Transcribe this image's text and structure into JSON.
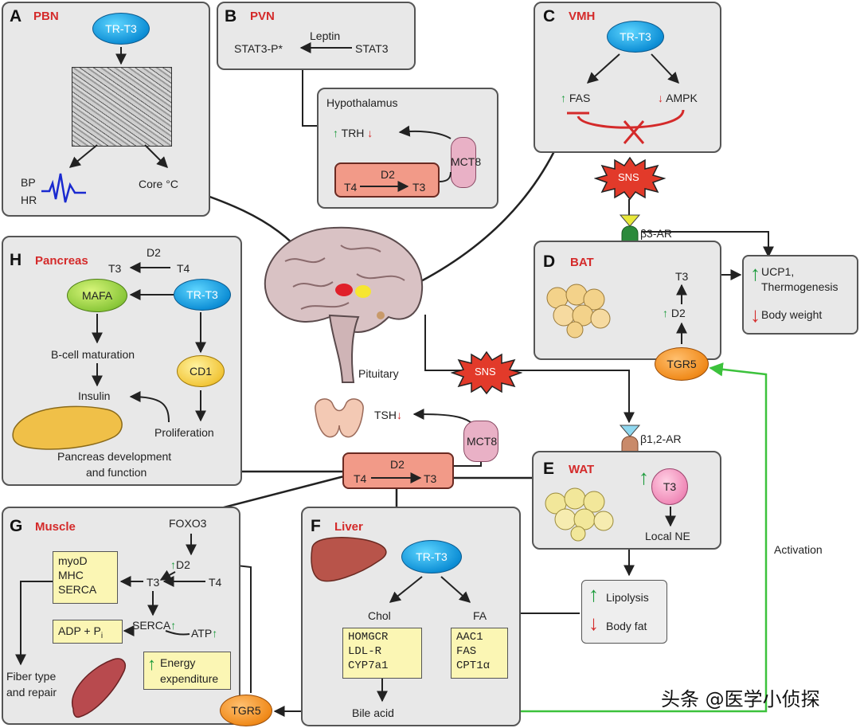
{
  "panel_a": {
    "letter": "A",
    "title": "PBN",
    "trt3": "TR-T3",
    "bp": "BP",
    "hr": "HR",
    "core": "Core °C"
  },
  "panel_b": {
    "letter": "B",
    "title": "PVN",
    "leptin": "Leptin",
    "stat3p": "STAT3-P*",
    "stat3": "STAT3",
    "hypothalamus": "Hypothalamus",
    "trh": "TRH",
    "d2": "D2",
    "t4": "T4",
    "t3": "T3",
    "mct8": "MCT8"
  },
  "panel_c": {
    "letter": "C",
    "title": "VMH",
    "trt3": "TR-T3",
    "fas": "FAS",
    "ampk": "AMPK",
    "sns": "SNS"
  },
  "panel_d": {
    "letter": "D",
    "title": "BAT",
    "b3ar": "β3-AR",
    "t3": "T3",
    "d2": "D2",
    "tgr5": "TGR5",
    "ucp1": "UCP1,",
    "thermo": "Thermogenesis",
    "bodyweight": "Body weight"
  },
  "panel_h": {
    "letter": "H",
    "title": "Pancreas",
    "d2": "D2",
    "t3": "T3",
    "t4": "T4",
    "mafa": "MAFA",
    "trt3": "TR-T3",
    "bcell": "B-cell maturation",
    "cd1": "CD1",
    "insulin": "Insulin",
    "proliferation": "Proliferation",
    "dev1": "Pancreas development",
    "dev2": "and function"
  },
  "center": {
    "pituitary": "Pituitary",
    "sns": "SNS",
    "tsh": "TSH",
    "mct8": "MCT8",
    "d2": "D2",
    "t4": "T4",
    "t3": "T3",
    "b12ar": "β1,2-AR"
  },
  "panel_e": {
    "letter": "E",
    "title": "WAT",
    "t3": "T3",
    "localne": "Local NE",
    "lipolysis": "Lipolysis",
    "bodyfat": "Body fat"
  },
  "panel_g": {
    "letter": "G",
    "title": "Muscle",
    "foxo3": "FOXO3",
    "d2": "D2",
    "t3": "T3",
    "t4": "T4",
    "genes": [
      "myoD",
      "MHC",
      "SERCA"
    ],
    "serca": "SERCA",
    "atp": "ATP",
    "adp": "ADP + P",
    "adp_sub": "i",
    "energy1": "Energy",
    "energy2": "expenditure",
    "fiber1": "Fiber type",
    "fiber2": "and repair",
    "tgr5": "TGR5"
  },
  "panel_f": {
    "letter": "F",
    "title": "Liver",
    "trt3": "TR-T3",
    "chol": "Chol",
    "fa": "FA",
    "chol_genes": [
      "HOMGCR",
      "LDL-R",
      "CYP7a1"
    ],
    "fa_genes": [
      "AAC1",
      "FAS",
      "CPT1α"
    ],
    "bile": "Bile acid"
  },
  "activation": "Activation",
  "watermark": "头条 @医学小侦探",
  "colors": {
    "panel_bg": "#e8e8e8",
    "title_red": "#d42a2a",
    "up_green": "#1a9a3a",
    "down_red": "#d42a2a",
    "activation_green": "#3cc23c",
    "salmon": "#f29a88",
    "gene_box": "#fbf6b4"
  }
}
